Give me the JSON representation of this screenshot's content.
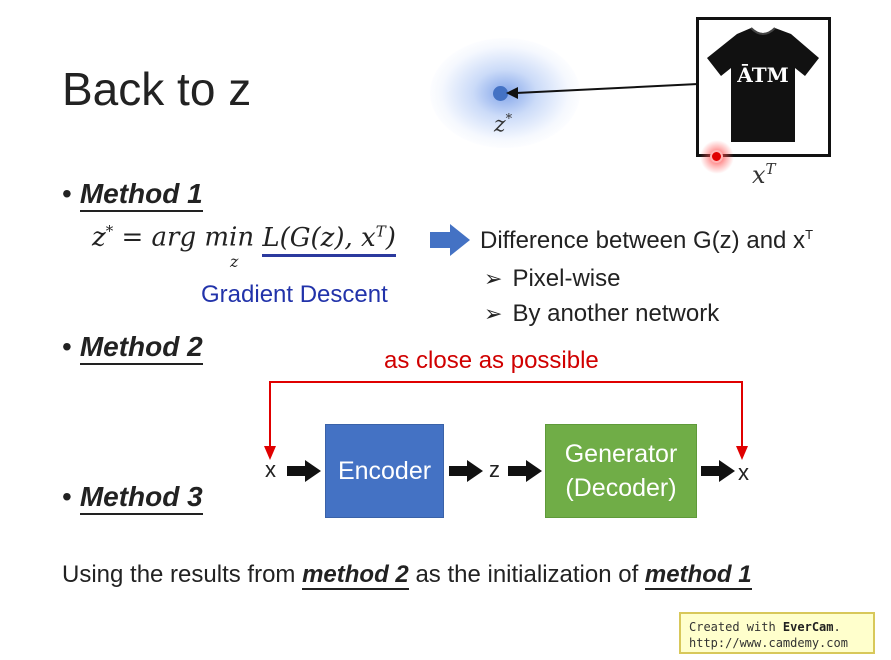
{
  "title": "Back to z",
  "latent": {
    "label": "z",
    "sup": "*"
  },
  "target": {
    "label": "x",
    "sup": "T",
    "shirt_text": "ĀTM"
  },
  "method1": {
    "bullet": "•",
    "label": "Method 1",
    "formula": {
      "lhs": "z",
      "lhs_sup": "*",
      "eq": " = ",
      "op": "arg min",
      "op_sub": "z",
      "loss": "L(G(z), x",
      "loss_sup": "T",
      "loss_close": ")"
    },
    "gradient_label": "Gradient Descent",
    "difference": {
      "text": "Difference between G(z) and x",
      "sup": "T"
    },
    "options": [
      "Pixel-wise",
      "By another network"
    ]
  },
  "method2": {
    "bullet": "•",
    "label": "Method 2"
  },
  "method3": {
    "bullet": "•",
    "label": "Method 3"
  },
  "diagram": {
    "close_label": "as close as possible",
    "input": "x",
    "encoder": "Encoder",
    "latent": "z",
    "generator_line1": "Generator",
    "generator_line2": "(Decoder)",
    "output": "x"
  },
  "bottom": {
    "prefix": "Using the results from ",
    "m2": "method 2",
    "middle": " as the initialization of ",
    "m1": "method 1"
  },
  "watermark": {
    "line1_prefix": "Created with ",
    "brand": "EverCam",
    "line1_suffix": ".",
    "line2": "http://www.camdemy.com"
  },
  "colors": {
    "encoder": "#4472c4",
    "generator": "#70ad47",
    "close_line": "#e00000",
    "gradient": "#2233aa",
    "arrow": "#4472c4"
  }
}
